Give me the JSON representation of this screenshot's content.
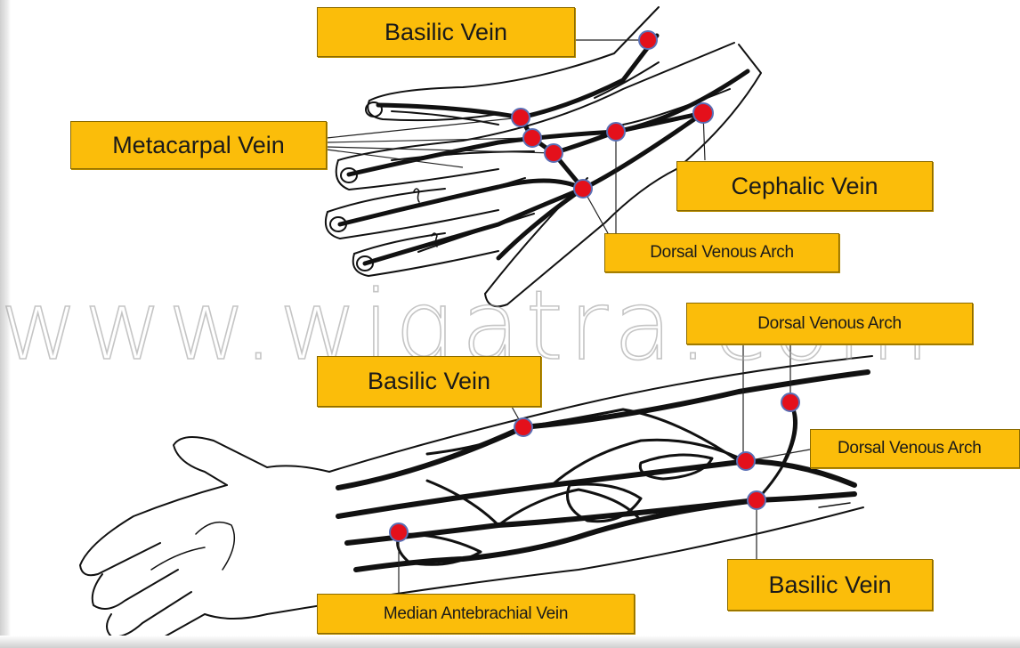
{
  "labels": {
    "basilic_top": "Basilic Vein",
    "metacarpal": "Metacarpal Vein",
    "cephalic": "Cephalic Vein",
    "dorsal_arch_1": "Dorsal Venous Arch",
    "dorsal_arch_2": "Dorsal Venous Arch",
    "basilic_mid": "Basilic Vein",
    "dorsal_arch_3": "Dorsal Venous Arch",
    "median_antebrachial": "Median Antebrachial Vein",
    "basilic_bottom": "Basilic Vein"
  },
  "watermark": "www.wiqatra.com",
  "colors": {
    "label_fill": "#fbbd0a",
    "marker_red": "#e4101b",
    "marker_ring": "#5a6fb5"
  }
}
